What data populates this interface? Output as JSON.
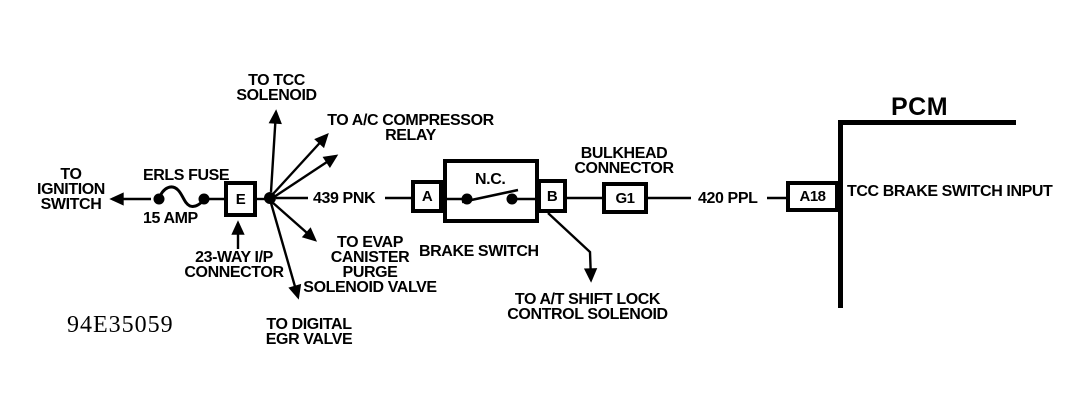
{
  "figure_id": "94E35059",
  "colors": {
    "line": "#000000",
    "background": "#ffffff"
  },
  "labels": {
    "ignition_switch": "TO\nIGNITION\nSWITCH",
    "fuse_name": "ERLS FUSE",
    "fuse_rating": "15 AMP",
    "ip_connector": "23-WAY I/P\nCONNECTOR",
    "tcc_solenoid": "TO TCC\nSOLENOID",
    "ac_compressor_relay": "TO A/C COMPRESSOR\nRELAY",
    "evap_valve": "TO EVAP\nCANISTER\nPURGE\nSOLENOID VALVE",
    "egr_valve": "TO DIGITAL\nEGR VALVE",
    "brake_switch": "BRAKE SWITCH",
    "switch_state": "N.C.",
    "shift_lock": "TO A/T SHIFT LOCK\nCONTROL SOLENOID",
    "bulkhead_connector": "BULKHEAD\nCONNECTOR",
    "pcm_title": "PCM",
    "pcm_input": "TCC BRAKE SWITCH INPUT"
  },
  "wires": {
    "pnk": "439 PNK",
    "ppl": "420 PPL"
  },
  "pins": {
    "e": "E",
    "a": "A",
    "b": "B",
    "g1": "G1",
    "a18": "A18"
  }
}
